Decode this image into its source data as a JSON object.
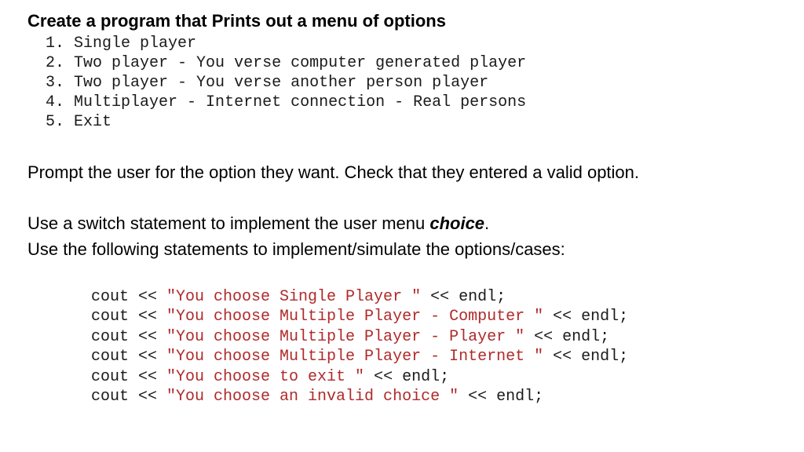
{
  "heading1": "Create a program that Prints out a menu of options",
  "menu_items": [
    {
      "num": "1.",
      "text": "Single player"
    },
    {
      "num": "2.",
      "text": "Two player - You verse computer generated player"
    },
    {
      "num": "3.",
      "text": "Two player - You verse another person player"
    },
    {
      "num": "4.",
      "text": "Multiplayer - Internet connection - Real persons"
    },
    {
      "num": "5.",
      "text": "Exit"
    }
  ],
  "heading2": "Prompt the user for the option they want. Check that they entered a valid option.",
  "heading3": {
    "before": "Use a switch statement to implement the user menu ",
    "emphasis": "choice",
    "after": "."
  },
  "heading4": "Use the following statements to implement/simulate the options/cases:",
  "code_lines": [
    {
      "prefix": "cout << ",
      "string": "\"You choose Single Player \"",
      "suffix": " << endl;"
    },
    {
      "prefix": "cout << ",
      "string": "\"You choose Multiple Player - Computer \"",
      "suffix": " << endl;"
    },
    {
      "prefix": "cout << ",
      "string": "\"You choose Multiple Player - Player \"",
      "suffix": " << endl;"
    },
    {
      "prefix": "cout << ",
      "string": "\"You choose Multiple Player - Internet \"",
      "suffix": " << endl;"
    },
    {
      "prefix": "cout << ",
      "string": "\"You choose to exit \"",
      "suffix": " << endl;"
    },
    {
      "prefix": "cout << ",
      "string": "\"You choose an invalid choice \"",
      "suffix": " << endl;"
    }
  ],
  "colors": {
    "string_literal": "#b02a2a",
    "code_text": "#1a1a1a",
    "body_text": "#000000"
  }
}
